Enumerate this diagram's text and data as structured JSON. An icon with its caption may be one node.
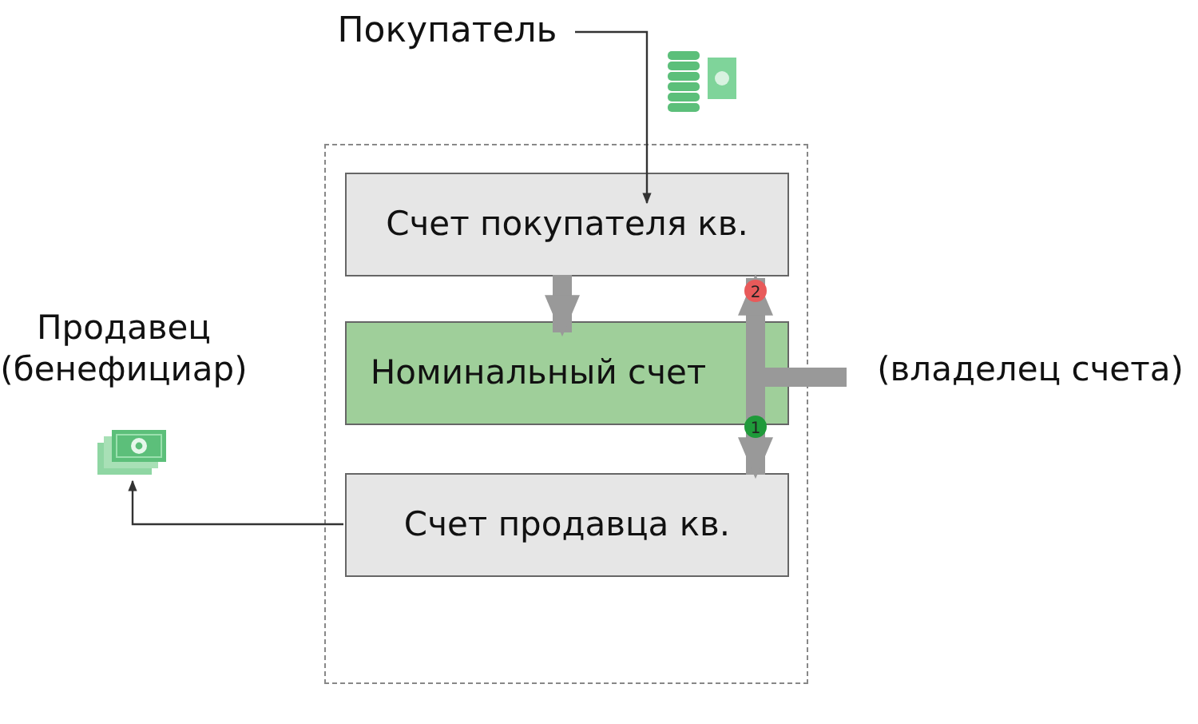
{
  "diagram": {
    "nodes": [
      {
        "text": [
          "Покупатель"
        ]
      },
      {
        "text": [],
        "shape": "box"
      },
      {
        "text": [
          "Счет покупателя кв."
        ],
        "in": 1
      },
      {
        "text": [
          "Номинальный счет"
        ],
        "in": 1
      },
      {
        "text": [
          "Счет продавца кв."
        ],
        "in": 1
      },
      {
        "text": [
          "Продавец (бенефициар)"
        ]
      },
      {
        "text": [],
        "shape": "picture"
      },
      {
        "text": [
          "(владелец счета)"
        ]
      }
    ],
    "edges": [
      {
        "from": 0,
        "to": 2,
        "arrow": "to",
        "color": "#333333"
      },
      {
        "from": 2,
        "to": 3,
        "arrow": "to"
      },
      {
        "from": 3,
        "to": 2,
        "arrow": "to",
        "label": "2"
      },
      {
        "from": 3,
        "to": 4,
        "arrow": "to",
        "label": "1"
      },
      {
        "from": 7,
        "to": 3,
        "arrow": "none"
      },
      {
        "from": 4,
        "to": 6,
        "arrow": "to",
        "color": "#333333"
      }
    ]
  }
}
